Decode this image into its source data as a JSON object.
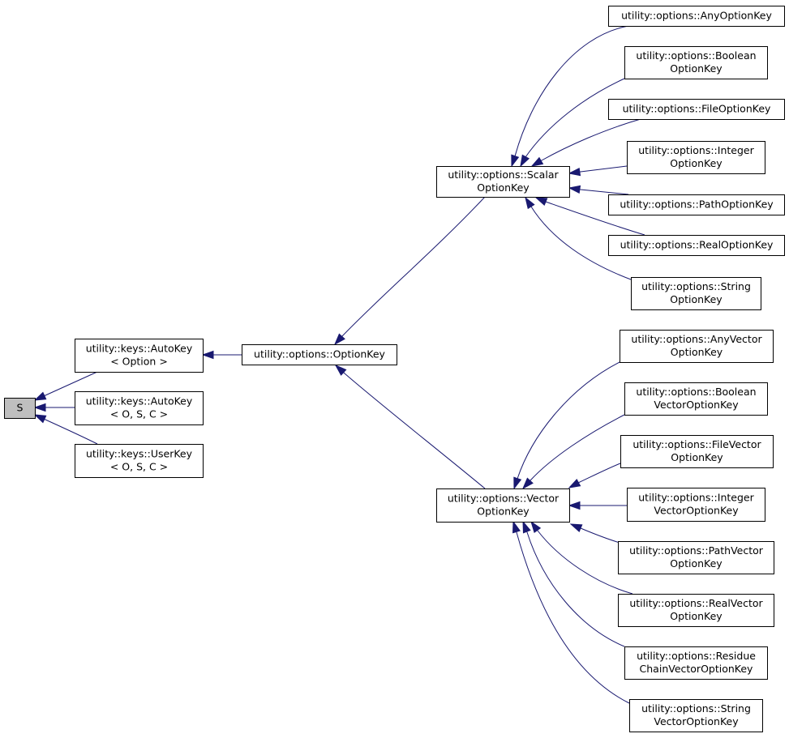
{
  "diagram": {
    "nodes": [
      {
        "id": "S",
        "lines": [
          "S"
        ],
        "highlight": true
      },
      {
        "id": "AutoKeyOption",
        "lines": [
          "utility::keys::AutoKey",
          "< Option >"
        ]
      },
      {
        "id": "AutoKeyOSC",
        "lines": [
          "utility::keys::AutoKey",
          "< O, S, C >"
        ]
      },
      {
        "id": "UserKeyOSC",
        "lines": [
          "utility::keys::UserKey",
          "< O, S, C >"
        ]
      },
      {
        "id": "OptionKey",
        "lines": [
          "utility::options::OptionKey"
        ]
      },
      {
        "id": "ScalarOptionKey",
        "lines": [
          "utility::options::Scalar",
          "OptionKey"
        ]
      },
      {
        "id": "VectorOptionKey",
        "lines": [
          "utility::options::Vector",
          "OptionKey"
        ]
      },
      {
        "id": "AnyOptionKey",
        "lines": [
          "utility::options::AnyOptionKey"
        ]
      },
      {
        "id": "BooleanOptionKey",
        "lines": [
          "utility::options::Boolean",
          "OptionKey"
        ]
      },
      {
        "id": "FileOptionKey",
        "lines": [
          "utility::options::FileOptionKey"
        ]
      },
      {
        "id": "IntegerOptionKey",
        "lines": [
          "utility::options::Integer",
          "OptionKey"
        ]
      },
      {
        "id": "PathOptionKey",
        "lines": [
          "utility::options::PathOptionKey"
        ]
      },
      {
        "id": "RealOptionKey",
        "lines": [
          "utility::options::RealOptionKey"
        ]
      },
      {
        "id": "StringOptionKey",
        "lines": [
          "utility::options::String",
          "OptionKey"
        ]
      },
      {
        "id": "AnyVectorOptionKey",
        "lines": [
          "utility::options::AnyVector",
          "OptionKey"
        ]
      },
      {
        "id": "BooleanVectorOptionKey",
        "lines": [
          "utility::options::Boolean",
          "VectorOptionKey"
        ]
      },
      {
        "id": "FileVectorOptionKey",
        "lines": [
          "utility::options::FileVector",
          "OptionKey"
        ]
      },
      {
        "id": "IntegerVectorOptionKey",
        "lines": [
          "utility::options::Integer",
          "VectorOptionKey"
        ]
      },
      {
        "id": "PathVectorOptionKey",
        "lines": [
          "utility::options::PathVector",
          "OptionKey"
        ]
      },
      {
        "id": "RealVectorOptionKey",
        "lines": [
          "utility::options::RealVector",
          "OptionKey"
        ]
      },
      {
        "id": "ResidueChainVectorOptionKey",
        "lines": [
          "utility::options::Residue",
          "ChainVectorOptionKey"
        ]
      },
      {
        "id": "StringVectorOptionKey",
        "lines": [
          "utility::options::String",
          "VectorOptionKey"
        ]
      }
    ],
    "edges": [
      {
        "from": "AutoKeyOption",
        "to": "S"
      },
      {
        "from": "AutoKeyOSC",
        "to": "S"
      },
      {
        "from": "UserKeyOSC",
        "to": "S"
      },
      {
        "from": "OptionKey",
        "to": "AutoKeyOption"
      },
      {
        "from": "ScalarOptionKey",
        "to": "OptionKey"
      },
      {
        "from": "VectorOptionKey",
        "to": "OptionKey"
      },
      {
        "from": "AnyOptionKey",
        "to": "ScalarOptionKey"
      },
      {
        "from": "BooleanOptionKey",
        "to": "ScalarOptionKey"
      },
      {
        "from": "FileOptionKey",
        "to": "ScalarOptionKey"
      },
      {
        "from": "IntegerOptionKey",
        "to": "ScalarOptionKey"
      },
      {
        "from": "PathOptionKey",
        "to": "ScalarOptionKey"
      },
      {
        "from": "RealOptionKey",
        "to": "ScalarOptionKey"
      },
      {
        "from": "StringOptionKey",
        "to": "ScalarOptionKey"
      },
      {
        "from": "AnyVectorOptionKey",
        "to": "VectorOptionKey"
      },
      {
        "from": "BooleanVectorOptionKey",
        "to": "VectorOptionKey"
      },
      {
        "from": "FileVectorOptionKey",
        "to": "VectorOptionKey"
      },
      {
        "from": "IntegerVectorOptionKey",
        "to": "VectorOptionKey"
      },
      {
        "from": "PathVectorOptionKey",
        "to": "VectorOptionKey"
      },
      {
        "from": "RealVectorOptionKey",
        "to": "VectorOptionKey"
      },
      {
        "from": "ResidueChainVectorOptionKey",
        "to": "VectorOptionKey"
      },
      {
        "from": "StringVectorOptionKey",
        "to": "VectorOptionKey"
      }
    ]
  }
}
